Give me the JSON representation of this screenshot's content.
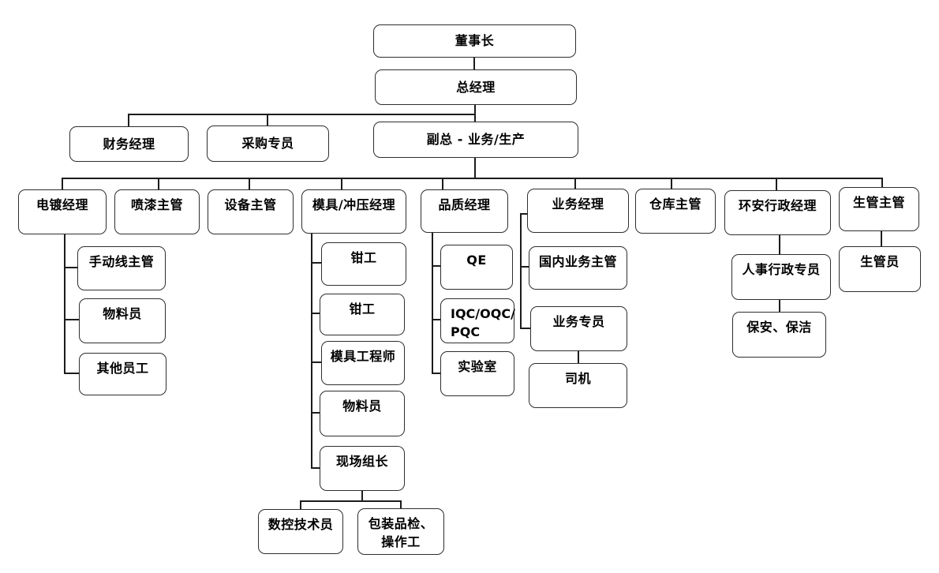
{
  "diagram": {
    "type": "organization-chart",
    "background_color": "#ffffff",
    "box_fill_color": "#ffffff",
    "box_border_color": "#2e2e2e",
    "connector_color": "#1c1c1c",
    "text_color": "#000000"
  },
  "nodes": {
    "chairman": "董事长",
    "general_manager": "总经理",
    "finance_manager": "财务经理",
    "procurement_specialist": "采购专员",
    "vice_gm": "副总 - 业务/生产",
    "plating_manager": "电镀经理",
    "painting_supervisor": "喷漆主管",
    "equipment_supervisor": "设备主管",
    "mold_stamping_manager": "模具/冲压经理",
    "quality_manager": "品质经理",
    "business_manager": "业务经理",
    "warehouse_supervisor": "仓库主管",
    "ehs_admin_manager": "环安行政经理",
    "production_control_supervisor": "生管主管",
    "manual_line_supervisor": "手动线主管",
    "plating_material_clerk": "物料员",
    "other_staff": "其他员工",
    "fitter_1": "钳工",
    "fitter_2": "钳工",
    "mold_engineer": "模具工程师",
    "mold_material_clerk": "物料员",
    "site_team_leader": "现场组长",
    "cnc_technician": "数控技术员",
    "packaging_qc_operator": "包装品检、\n操作工",
    "qe": "QE",
    "iqc_oqc_pqc": "IQC/OQC/\nPQC",
    "laboratory": "实验室",
    "domestic_business_supervisor": "国内业务主管",
    "business_specialist": "业务专员",
    "driver": "司机",
    "hr_admin_specialist": "人事行政专员",
    "security_cleaning": "保安、保洁",
    "production_control_clerk": "生管员"
  },
  "edges": [
    [
      "chairman",
      "general_manager"
    ],
    [
      "general_manager",
      "finance_manager"
    ],
    [
      "general_manager",
      "procurement_specialist"
    ],
    [
      "general_manager",
      "vice_gm"
    ],
    [
      "vice_gm",
      "plating_manager"
    ],
    [
      "vice_gm",
      "painting_supervisor"
    ],
    [
      "vice_gm",
      "equipment_supervisor"
    ],
    [
      "vice_gm",
      "mold_stamping_manager"
    ],
    [
      "vice_gm",
      "quality_manager"
    ],
    [
      "vice_gm",
      "business_manager"
    ],
    [
      "vice_gm",
      "warehouse_supervisor"
    ],
    [
      "vice_gm",
      "ehs_admin_manager"
    ],
    [
      "vice_gm",
      "production_control_supervisor"
    ],
    [
      "plating_manager",
      "manual_line_supervisor"
    ],
    [
      "plating_manager",
      "plating_material_clerk"
    ],
    [
      "plating_manager",
      "other_staff"
    ],
    [
      "mold_stamping_manager",
      "fitter_1"
    ],
    [
      "mold_stamping_manager",
      "fitter_2"
    ],
    [
      "mold_stamping_manager",
      "mold_engineer"
    ],
    [
      "mold_stamping_manager",
      "mold_material_clerk"
    ],
    [
      "mold_stamping_manager",
      "site_team_leader"
    ],
    [
      "site_team_leader",
      "cnc_technician"
    ],
    [
      "site_team_leader",
      "packaging_qc_operator"
    ],
    [
      "quality_manager",
      "qe"
    ],
    [
      "quality_manager",
      "iqc_oqc_pqc"
    ],
    [
      "quality_manager",
      "laboratory"
    ],
    [
      "business_manager",
      "domestic_business_supervisor"
    ],
    [
      "business_manager",
      "business_specialist"
    ],
    [
      "business_specialist",
      "driver"
    ],
    [
      "ehs_admin_manager",
      "hr_admin_specialist"
    ],
    [
      "hr_admin_specialist",
      "security_cleaning"
    ],
    [
      "production_control_supervisor",
      "production_control_clerk"
    ]
  ]
}
